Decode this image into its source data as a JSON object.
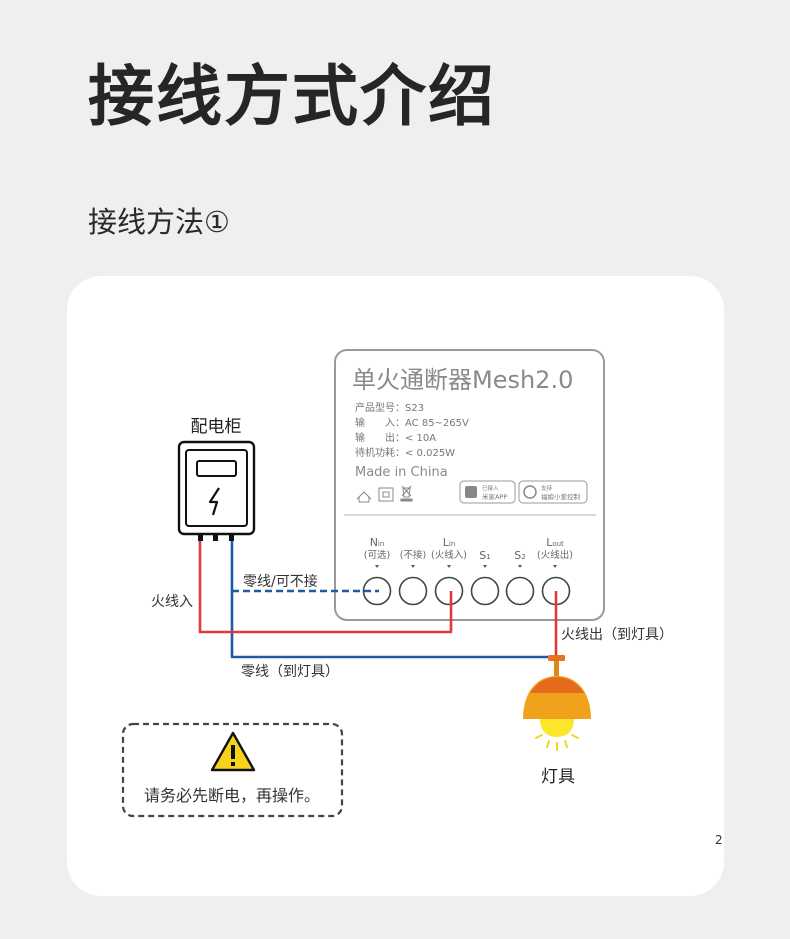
{
  "page": {
    "title": "接线方式介绍",
    "section": "接线方法①",
    "page_number": "2"
  },
  "device": {
    "name": "单火通断器Mesh2.0",
    "spec_lines": [
      "产品型号：S23",
      "输　　入：AC 85~265V",
      "输　　出：< 10A",
      "待机功耗：< 0.025W"
    ],
    "made_in": "Made in China",
    "badge_mijia": [
      "已接入",
      "米家APP"
    ],
    "badge_voice": [
      "支持",
      "福娘小爱控制"
    ]
  },
  "terminals": [
    {
      "main": "N",
      "sub": "in",
      "note": "(可选)"
    },
    {
      "main": "",
      "sub": "",
      "note": "(不接)"
    },
    {
      "main": "L",
      "sub": "in",
      "note": "(火线入)"
    },
    {
      "main": "S",
      "sub": "1",
      "note": ""
    },
    {
      "main": "S",
      "sub": "2",
      "note": ""
    },
    {
      "main": "L",
      "sub": "out",
      "note": "(火线出)"
    }
  ],
  "labels": {
    "cabinet": "配电柜",
    "live_in": "火线入",
    "neutral_optional": "零线/可不接",
    "neutral_to_lamp": "零线（到灯具）",
    "live_out": "火线出（到灯具）",
    "lamp": "灯具",
    "warning": "请务必先断电，再操作。"
  },
  "colors": {
    "live_wire": "#e03a3a",
    "neutral_wire": "#1f5aa6",
    "lamp_shade": "#f0a21c",
    "lamp_bulb": "#fbe62c",
    "warning_yellow": "#f6d21b"
  }
}
